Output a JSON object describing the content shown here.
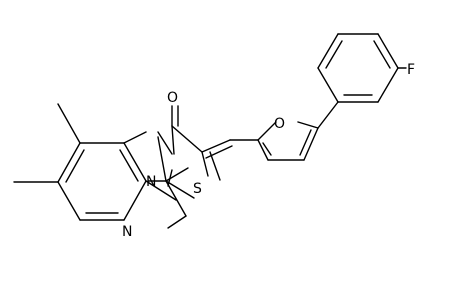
{
  "atoms": {
    "nitrogen_ring": "N",
    "nitrogen_imine": "N",
    "oxygen_carbonyl": "O",
    "oxygen_furan": "O",
    "sulfur": "S",
    "fluorine": "F"
  },
  "colors": {
    "background": "#ffffff",
    "bonds": "#000000",
    "labels": "#000000"
  }
}
